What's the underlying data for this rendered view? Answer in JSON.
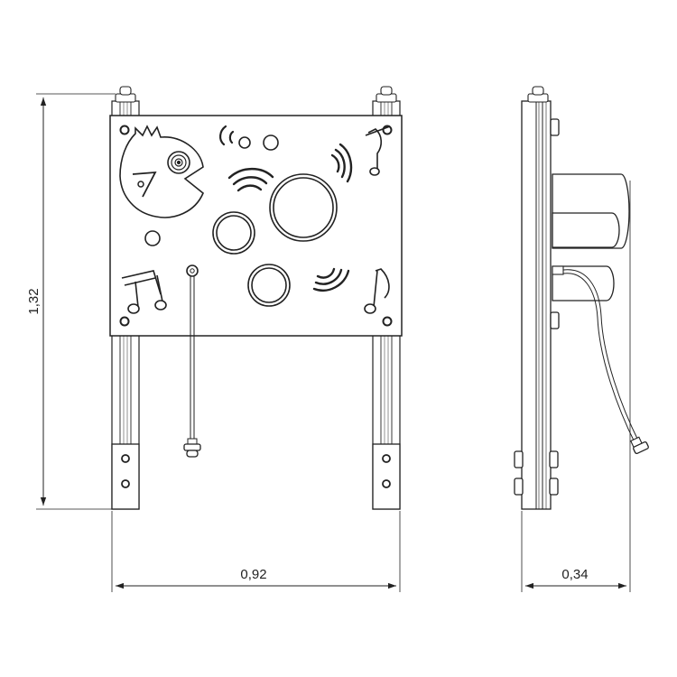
{
  "dimensions": {
    "height": "1,32",
    "width": "0,92",
    "depth": "0,34"
  },
  "colors": {
    "line": "#222222",
    "background": "#ffffff",
    "panel_fill": "#ffffff"
  },
  "views": [
    "front-view",
    "side-view"
  ],
  "icons": [
    "fish-icon",
    "music-note-icon",
    "sound-wave-icon",
    "drum-circle-icon",
    "mallet-icon",
    "bolt-icon"
  ]
}
